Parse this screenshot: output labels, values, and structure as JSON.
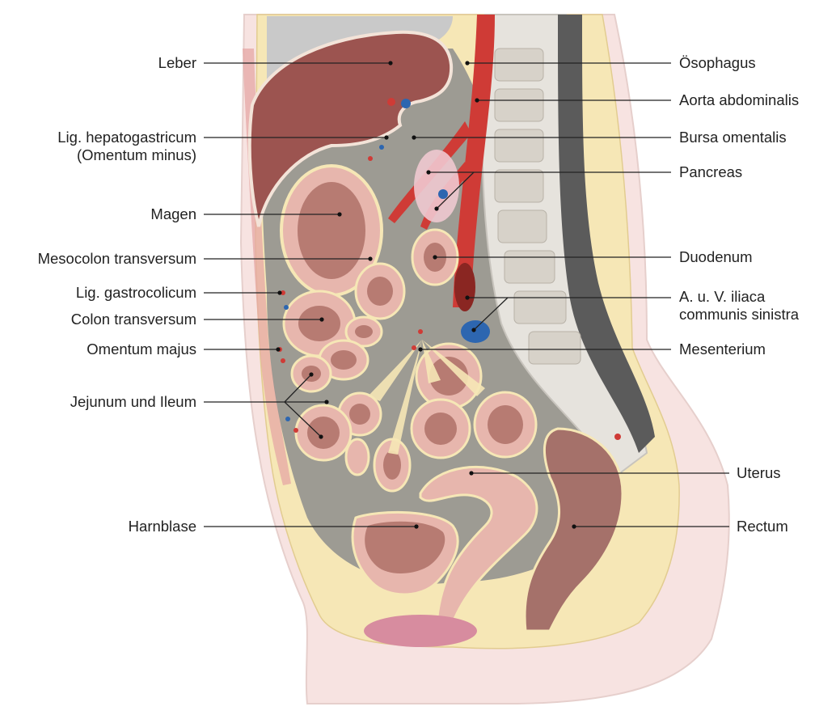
{
  "labels_left": [
    {
      "id": "leber",
      "lines": [
        "Leber"
      ]
    },
    {
      "id": "lig-hepatogastricum",
      "lines": [
        "Lig. hepatogastricum",
        "(Omentum minus)"
      ]
    },
    {
      "id": "magen",
      "lines": [
        "Magen"
      ]
    },
    {
      "id": "mesocolon-transversum",
      "lines": [
        "Mesocolon transversum"
      ]
    },
    {
      "id": "lig-gastrocolicum",
      "lines": [
        "Lig. gastrocolicum"
      ]
    },
    {
      "id": "colon-transversum",
      "lines": [
        "Colon transversum"
      ]
    },
    {
      "id": "omentum-majus",
      "lines": [
        "Omentum majus"
      ]
    },
    {
      "id": "jejunum-ileum",
      "lines": [
        "Jejunum und Ileum"
      ]
    },
    {
      "id": "harnblase",
      "lines": [
        "Harnblase"
      ]
    }
  ],
  "labels_right": [
    {
      "id": "oesophagus",
      "lines": [
        "Ösophagus"
      ]
    },
    {
      "id": "aorta-abdominalis",
      "lines": [
        "Aorta abdominalis"
      ]
    },
    {
      "id": "bursa-omentalis",
      "lines": [
        "Bursa omentalis"
      ]
    },
    {
      "id": "pancreas",
      "lines": [
        "Pancreas"
      ]
    },
    {
      "id": "duodenum",
      "lines": [
        "Duodenum"
      ]
    },
    {
      "id": "a-v-iliaca",
      "lines": [
        "A. u. V. iliaca",
        "communis sinistra"
      ]
    },
    {
      "id": "mesenterium",
      "lines": [
        "Mesenterium"
      ]
    },
    {
      "id": "uterus",
      "lines": [
        "Uterus"
      ]
    },
    {
      "id": "rectum",
      "lines": [
        "Rectum"
      ]
    }
  ],
  "colors": {
    "skin": "#f7e3e1",
    "fat": "#f6e7b6",
    "cavity": "#8d8d8d",
    "liver": "#9c5450",
    "bowel_wall": "#e7b6ad",
    "bowel_lumen": "#b77b72",
    "artery": "#cf3b36",
    "vein": "#2d66b0",
    "bone": "#e6e3dd",
    "line": "#222222"
  }
}
